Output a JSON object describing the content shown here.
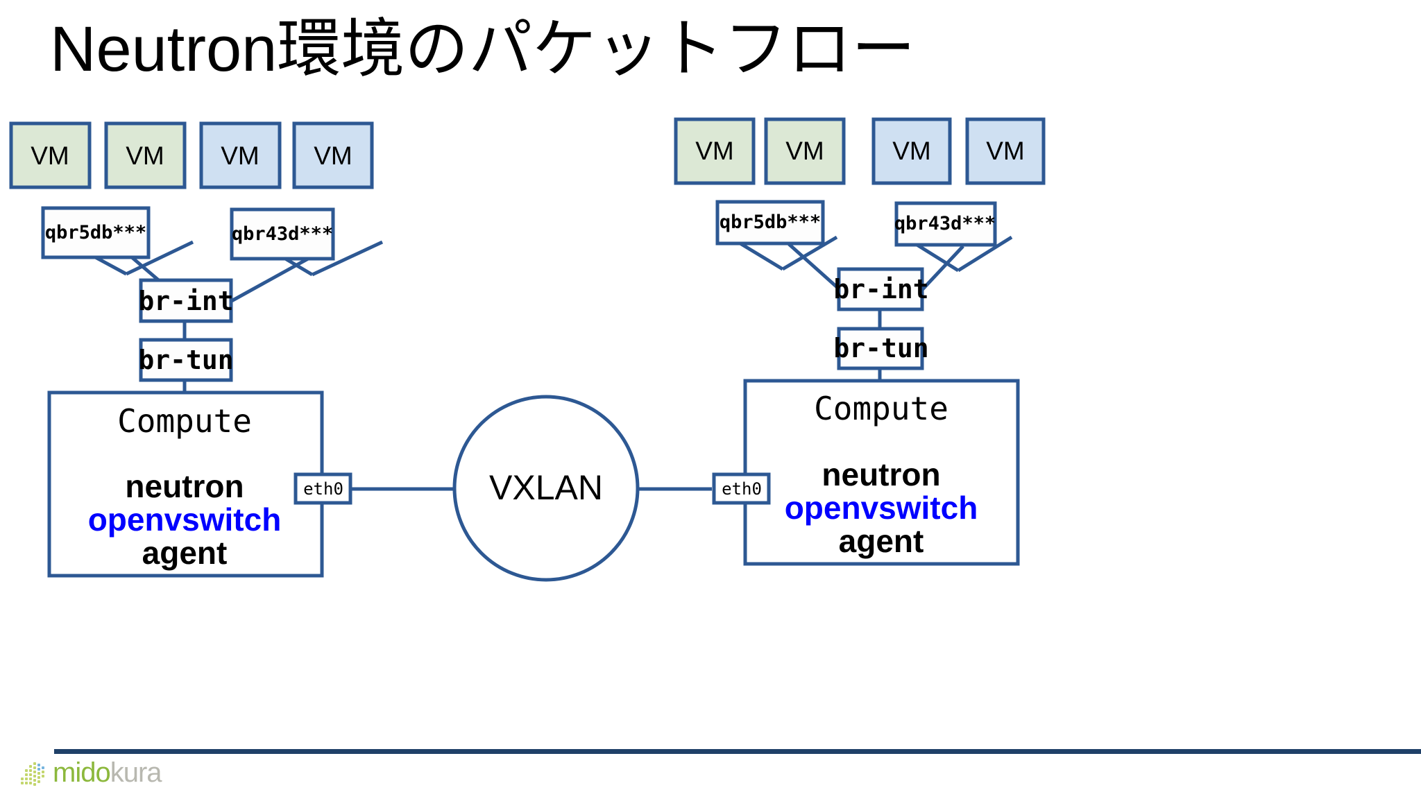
{
  "slide": {
    "title": "Neutron環境のパケットフロー",
    "background_color": "#ffffff",
    "accent_color": "#2d5893",
    "highlight_color": "#0000ff"
  },
  "palette": {
    "vm_green_fill": "#dce8d5",
    "vm_blue_fill": "#cfe0f2",
    "node_stroke": "#2d5893",
    "plain_fill": "#fdfdfd",
    "text_black": "#000000",
    "text_blue": "#0000ff"
  },
  "left_host": {
    "name": "Compute",
    "vms": [
      {
        "label": "VM",
        "color": "green"
      },
      {
        "label": "VM",
        "color": "green"
      },
      {
        "label": "VM",
        "color": "blue"
      },
      {
        "label": "VM",
        "color": "blue"
      }
    ],
    "bridges": [
      {
        "label": "qbr5db***"
      },
      {
        "label": "qbr43d***"
      }
    ],
    "br_int": "br-int",
    "br_tun": "br-tun",
    "agent_lines": [
      {
        "text": "neutron",
        "color": "black"
      },
      {
        "text": "openvswitch",
        "color": "blue"
      },
      {
        "text": "agent",
        "color": "black"
      }
    ],
    "nic": "eth0"
  },
  "right_host": {
    "name": "Compute",
    "vms": [
      {
        "label": "VM",
        "color": "green"
      },
      {
        "label": "VM",
        "color": "green"
      },
      {
        "label": "VM",
        "color": "blue"
      },
      {
        "label": "VM",
        "color": "blue"
      }
    ],
    "bridges": [
      {
        "label": "qbr5db***"
      },
      {
        "label": "qbr43d***"
      }
    ],
    "br_int": "br-int",
    "br_tun": "br-tun",
    "agent_lines": [
      {
        "text": "neutron",
        "color": "black"
      },
      {
        "text": "openvswitch",
        "color": "blue"
      },
      {
        "text": "agent",
        "color": "black"
      }
    ],
    "nic": "eth0"
  },
  "network": {
    "cloud_label": "VXLAN"
  },
  "footer": {
    "logo_part_1": "mido",
    "logo_part_2": "kura"
  }
}
